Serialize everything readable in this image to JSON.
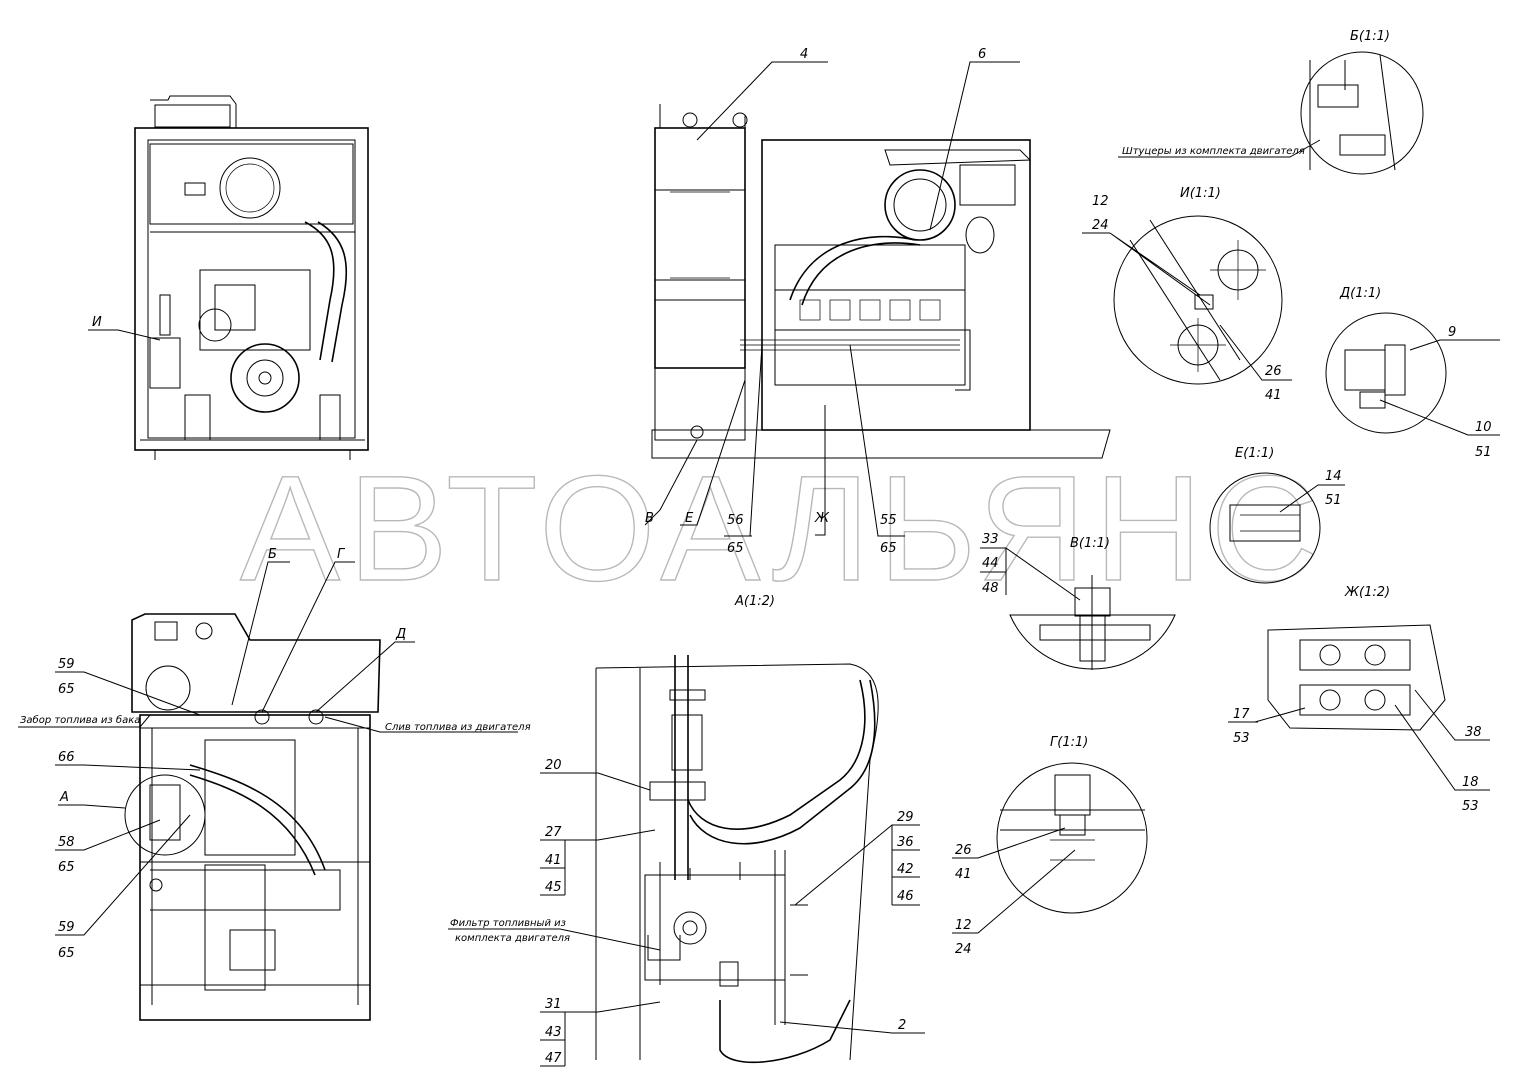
{
  "watermark": "АВТОАЛЬЯНС",
  "views": {
    "b": "Б(1:1)",
    "i": "И(1:1)",
    "d": "Д(1:1)",
    "e": "Е(1:1)",
    "v": "В(1:1)",
    "a": "А(1:2)",
    "zh": "Ж(1:2)",
    "g": "Г(1:1)"
  },
  "notes": {
    "fittings": "Штуцеры из комплекта двигателя",
    "intake": "Забор топлива из бака",
    "drain": "Слив топлива из двигателя",
    "filter_1": "Фильтр топливный из",
    "filter_2": "комплекта двигателя"
  },
  "letters": {
    "i": "И",
    "v": "В",
    "e": "Е",
    "zh": "Ж",
    "b": "Б",
    "g": "Г",
    "d": "Д",
    "a": "А"
  },
  "labels": {
    "p4": "4",
    "p6": "6",
    "p12a": "12",
    "p24a": "24",
    "p26a": "26",
    "p41a": "41",
    "p9": "9",
    "p10": "10",
    "p51a": "51",
    "p14": "14",
    "p51b": "51",
    "p56": "56",
    "p65a": "65",
    "p55": "55",
    "p65b": "65",
    "p33": "33",
    "p44": "44",
    "p48": "48",
    "p59a": "59",
    "p65c": "65",
    "p66": "66",
    "p58": "58",
    "p65d": "65",
    "p59b": "59",
    "p65e": "65",
    "p20": "20",
    "p27": "27",
    "p41b": "41",
    "p45": "45",
    "p29": "29",
    "p36": "36",
    "p42": "42",
    "p46": "46",
    "p31": "31",
    "p43": "43",
    "p47": "47",
    "p2": "2",
    "p17": "17",
    "p53a": "53",
    "p38": "38",
    "p18": "18",
    "p53b": "53",
    "p26b": "26",
    "p41c": "41",
    "p12b": "12",
    "p24b": "24"
  }
}
